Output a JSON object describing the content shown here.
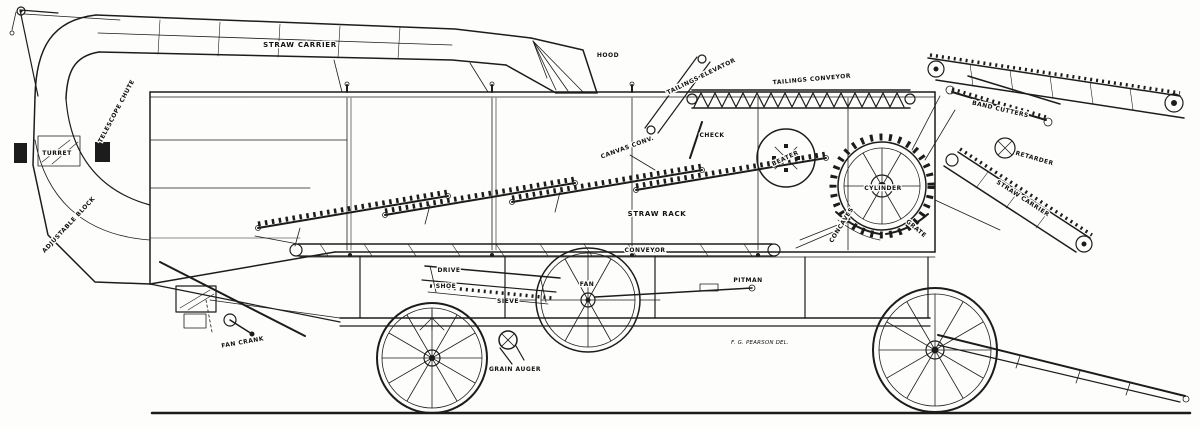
{
  "palette": {
    "ink": "#1c1c1c",
    "paper": "#fdfdfb"
  },
  "diagram": {
    "kind": "cutaway line engraving of a threshing machine (grain separator), side view",
    "labels": {
      "straw_carrier_top": "STRAW CARRIER",
      "telescope_chute": "TELESCOPE CHUTE",
      "turret": "TURRET",
      "adjustable_block": "ADJUSTABLE BLOCK",
      "hood": "HOOD",
      "tailings_elevator": "TAILINGS ELEVATOR",
      "tailings_conveyor": "TAILINGS CONVEYOR",
      "check": "CHECK",
      "canvas_conveyor": "CANVAS CONV.",
      "beater": "BEATER",
      "cylinder": "CYLINDER",
      "concaves": "CONCAVES",
      "grate": "GRATE",
      "band_cutters": "BAND CUTTERS",
      "retarder": "RETARDER",
      "straw_carrier_feeder": "STRAW CARRIER",
      "straw_rack": "STRAW RACK",
      "conveyor": "CONVEYOR",
      "drive": "DRIVE",
      "shoe": "SHOE",
      "sieve": "SIEVE",
      "fan": "FAN",
      "pitman": "PITMAN",
      "grain_auger": "GRAIN AUGER",
      "fan_crank": "FAN CRANK",
      "credit": "F. G. PEARSON DEL."
    }
  }
}
